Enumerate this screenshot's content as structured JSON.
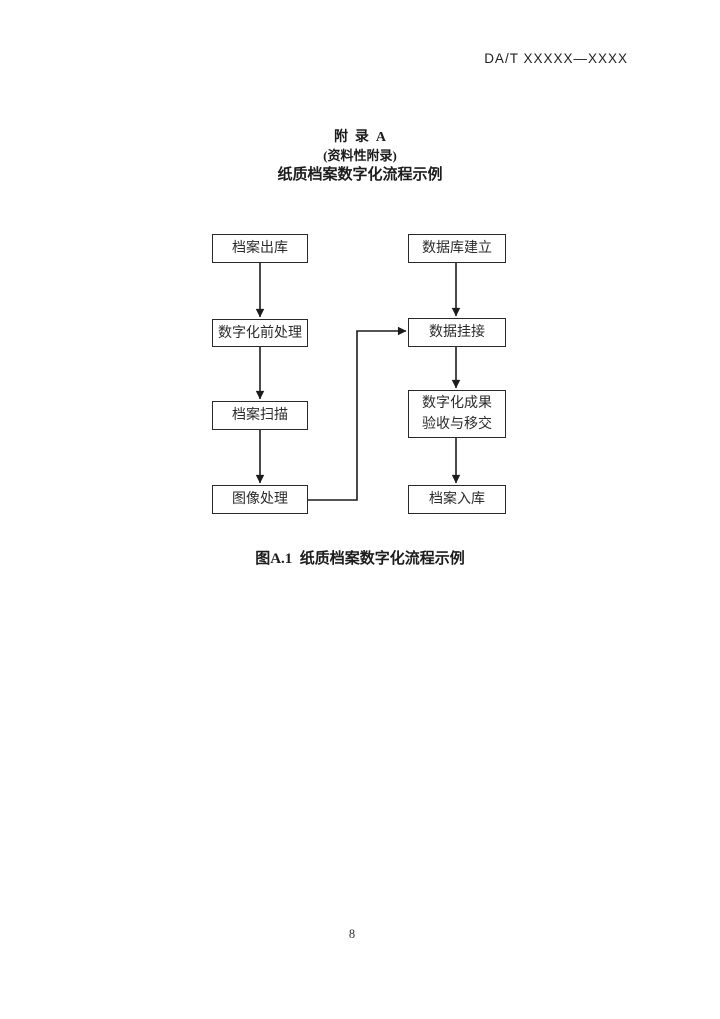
{
  "page": {
    "header": "DA/T XXXXX—XXXX",
    "page_number": "8"
  },
  "appendix": {
    "title": "附  录  A",
    "subtitle": "(资料性附录)",
    "heading": "纸质档案数字化流程示例"
  },
  "figure": {
    "caption": "图A.1  纸质档案数字化流程示例"
  },
  "flowchart": {
    "left_column": [
      {
        "label": "档案出库"
      },
      {
        "label": "数字化前处理"
      },
      {
        "label": "档案扫描"
      },
      {
        "label": "图像处理"
      }
    ],
    "right_column": [
      {
        "label": "数据库建立"
      },
      {
        "label": "数据挂接"
      },
      {
        "label": "数字化成果\n验收与移交"
      },
      {
        "label": "档案入库"
      }
    ]
  }
}
